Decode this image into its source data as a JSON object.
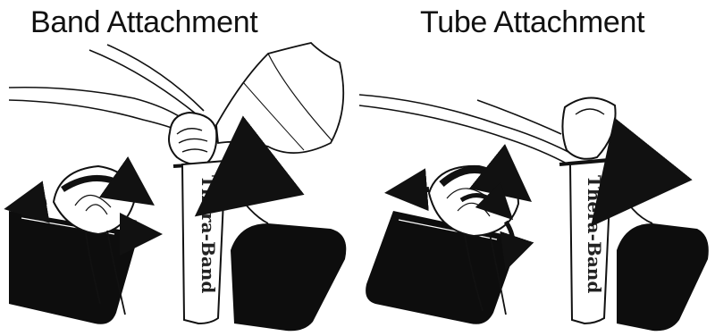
{
  "panels": [
    {
      "title": "Band Attachment",
      "brand": "Thera-Band"
    },
    {
      "title": "Tube Attachment",
      "brand": "Thera-Band"
    }
  ],
  "colors": {
    "ink": "#111111",
    "paper": "#ffffff",
    "handle": "#0d0d0d"
  },
  "icons": [
    "curved-arrow-icon",
    "loop-arrow-icon"
  ]
}
